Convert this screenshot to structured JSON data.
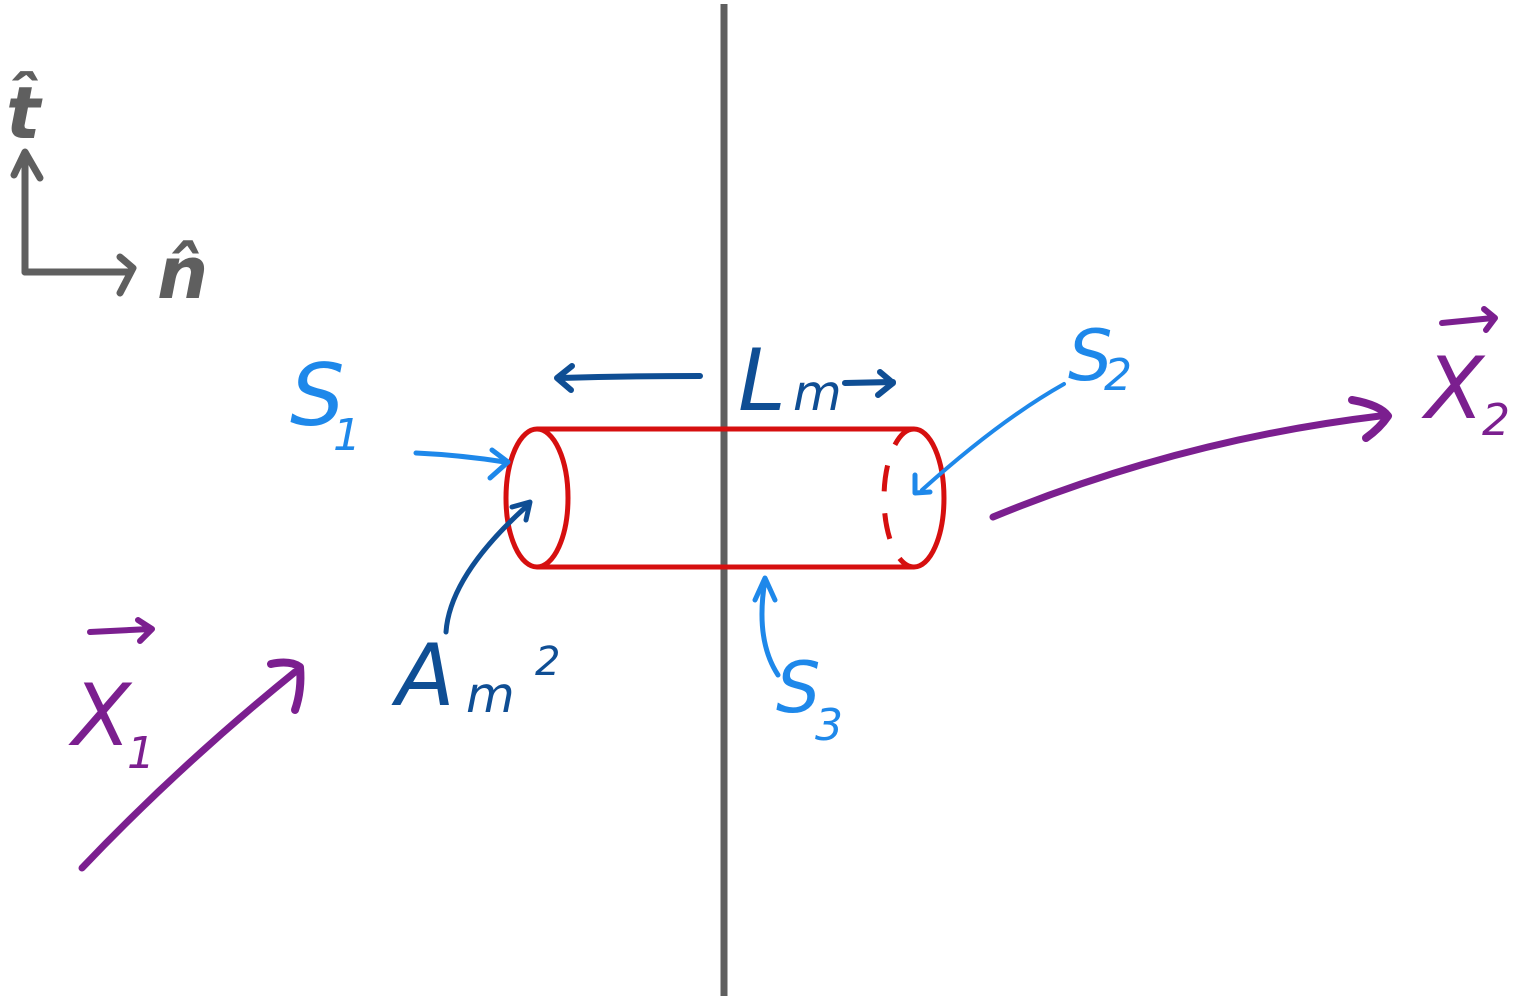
{
  "colors": {
    "background": "#ffffff",
    "axis": "#5f5f5f",
    "interface_line": "#5f5f5f",
    "cylinder": "#d60f0f",
    "surface_label": "#1e88ea",
    "dimension_label": "#0f4e94",
    "vector": "#7b1f8f"
  },
  "axes": {
    "t_label": "t̂",
    "n_label": "n̂"
  },
  "surfaces": {
    "s1": {
      "main": "S",
      "sub": "1"
    },
    "s2": {
      "main": "S",
      "sub": "2"
    },
    "s3": {
      "main": "S",
      "sub": "3"
    }
  },
  "dimensions": {
    "length": {
      "main": "L",
      "unit": "m"
    },
    "area": {
      "main": "A",
      "unit": "m",
      "power": "2"
    }
  },
  "vectors": {
    "x1": {
      "main": "X",
      "sub": "1"
    },
    "x2": {
      "main": "X",
      "sub": "2"
    }
  },
  "icons": {
    "t_axis_arrow": "arrow-up-icon",
    "n_axis_arrow": "arrow-right-icon"
  }
}
